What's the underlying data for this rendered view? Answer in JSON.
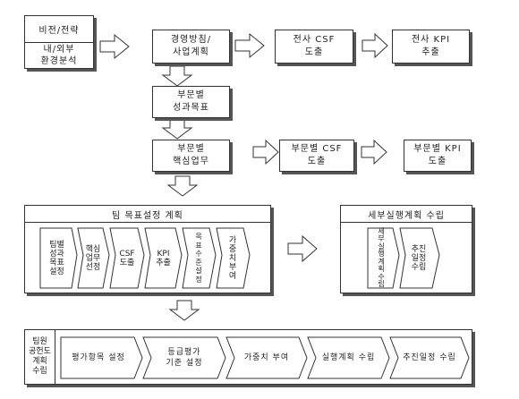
{
  "top_left": {
    "upper": "비전/전략",
    "lower": "내/외부\n환경분석"
  },
  "management_plan": "경영방침/\n사업계획",
  "corporate_csf": "전사 CSF\n도출",
  "corporate_kpi": "전사 KPI\n추출",
  "division_goal": "부문별\n성과목표",
  "division_task": "부문별\n핵심업무",
  "division_csf": "부문별 CSF\n도출",
  "division_kpi": "부문별 KPI\n도출",
  "team_goal": {
    "title": "팀 목표설정 계획",
    "steps": [
      "팀별\n성과\n목표\n설정",
      "핵심\n업무\n선정",
      "CSF\n도출",
      "KPI\n추출",
      "목\n표\n수\n준\n설\n정",
      "가\n중\n치\n부\n여"
    ]
  },
  "detail_plan": {
    "title": "세부실행계획 수립",
    "steps": [
      "세\n부\n실\n행\n계\n획\n수\n립",
      "추진\n일정\n수립"
    ]
  },
  "member_plan": {
    "label": "팀원\n공헌도\n계획\n수립",
    "steps": [
      "평가항목 설정",
      "등급평가\n기준 설정",
      "가중치 부여",
      "실행계획 수립",
      "추진일정 수립"
    ]
  }
}
